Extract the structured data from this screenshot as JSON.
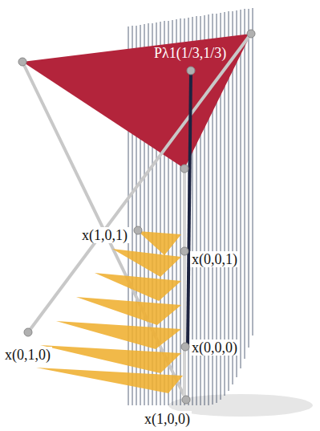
{
  "diagram": {
    "labels": [
      "Pλ1(1/3,1/3)",
      "x(1,0,1)",
      "x(0,0,1)",
      "x(0,1,0)",
      "x(0,0,0)",
      "x(1,0,0)"
    ]
  }
}
